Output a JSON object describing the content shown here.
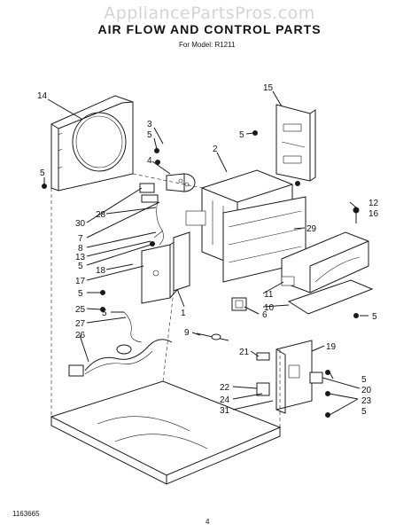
{
  "watermark": "AppliancePartsPros.com",
  "title": "AIR FLOW AND CONTROL PARTS",
  "subtitle": "For Model: R1211",
  "footer": {
    "doc_number": "1163665",
    "page": "4"
  },
  "callouts": {
    "c14": "14",
    "c15": "15",
    "c3": "3",
    "c2": "2",
    "c5a": "5",
    "c5b": "5",
    "c4": "4",
    "c5c": "5",
    "c30": "30",
    "c28": "28",
    "c7": "7",
    "c8": "8",
    "c13": "13",
    "c5d": "5",
    "c18": "18",
    "c17": "17",
    "c5e": "5",
    "c25": "25",
    "c5f": "5",
    "c27": "27",
    "c26": "26",
    "c1": "1",
    "c29": "29",
    "c12": "12",
    "c16": "16",
    "c11": "11",
    "c10": "10",
    "c5g": "5",
    "c6": "6",
    "c9": "9",
    "c21": "21",
    "c19": "19",
    "c5h": "5",
    "c20": "20",
    "c22": "22",
    "c23": "23",
    "c24": "24",
    "c5i": "5",
    "c31": "31"
  }
}
